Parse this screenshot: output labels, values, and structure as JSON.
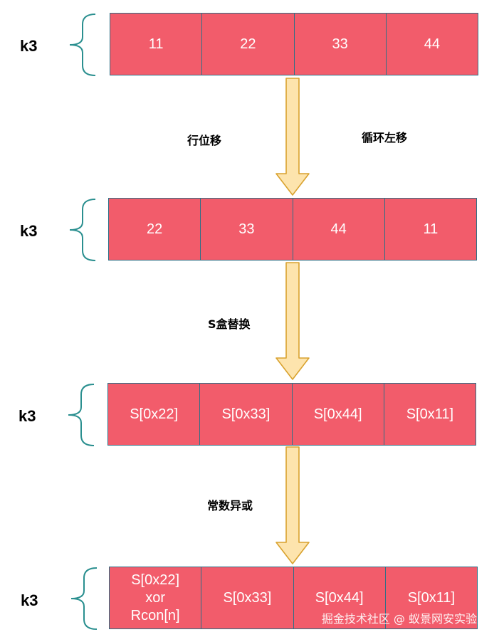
{
  "rows": [
    {
      "label": "k3",
      "cells": [
        "11",
        "22",
        "33",
        "44"
      ]
    },
    {
      "label": "k3",
      "cells": [
        "22",
        "33",
        "44",
        "11"
      ]
    },
    {
      "label": "k3",
      "cells": [
        "S[0x22]",
        "S[0x33]",
        "S[0x44]",
        "S[0x11]"
      ]
    },
    {
      "label": "k3",
      "cells": [
        "S[0x22]\nxor\nRcon[n]",
        "S[0x33]",
        "S[0x44]",
        "S[0x11]"
      ]
    }
  ],
  "steps": {
    "row_shift": "行位移",
    "cyclic_left_shift": "循环左移",
    "sbox_substitution": "S盒替换",
    "constant_xor": "常数异或"
  },
  "watermark": "掘金技术社区 @ 蚁景网安实验室",
  "colors": {
    "cell_fill": "#f25c6b",
    "cell_border": "#2f6f86",
    "arrow_fill": "#fde4ad",
    "arrow_stroke": "#d9a22e",
    "brace": "#2a8f8f"
  }
}
